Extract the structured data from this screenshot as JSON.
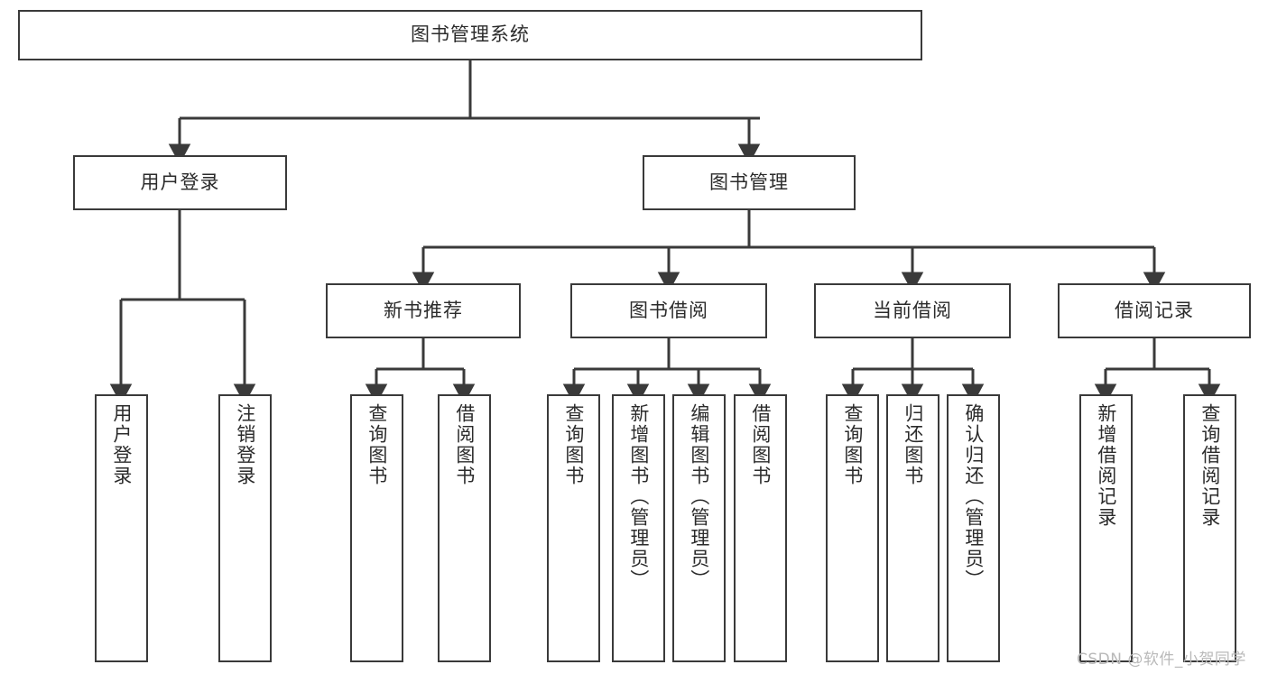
{
  "diagram": {
    "title": "图书管理系统",
    "type": "tree-hierarchy-diagram",
    "orientation": "top-down",
    "colors": {
      "stroke": "#3a3a3a",
      "fill": "#ffffff",
      "text": "#2b2b2b",
      "watermark": "#b9b9b9"
    },
    "root": {
      "label": "图书管理系统"
    },
    "level2": [
      {
        "label": "用户登录"
      },
      {
        "label": "图书管理"
      }
    ],
    "level3": [
      {
        "label": "新书推荐"
      },
      {
        "label": "图书借阅"
      },
      {
        "label": "当前借阅"
      },
      {
        "label": "借阅记录"
      }
    ],
    "leaves": {
      "user_login": [
        {
          "label": "用户登录"
        },
        {
          "label": "注销登录"
        }
      ],
      "new_book_recommend": [
        {
          "label": "查询图书"
        },
        {
          "label": "借阅图书"
        }
      ],
      "book_borrow": [
        {
          "label": "查询图书"
        },
        {
          "label": "新增图书（管理员）"
        },
        {
          "label": "编辑图书（管理员）"
        },
        {
          "label": "借阅图书"
        }
      ],
      "current_borrow": [
        {
          "label": "查询图书"
        },
        {
          "label": "归还图书"
        },
        {
          "label": "确认归还（管理员）"
        }
      ],
      "borrow_record": [
        {
          "label": "新增借阅记录"
        },
        {
          "label": "查询借阅记录"
        }
      ]
    }
  },
  "watermark": {
    "text": "CSDN @软件_小贺同学"
  }
}
